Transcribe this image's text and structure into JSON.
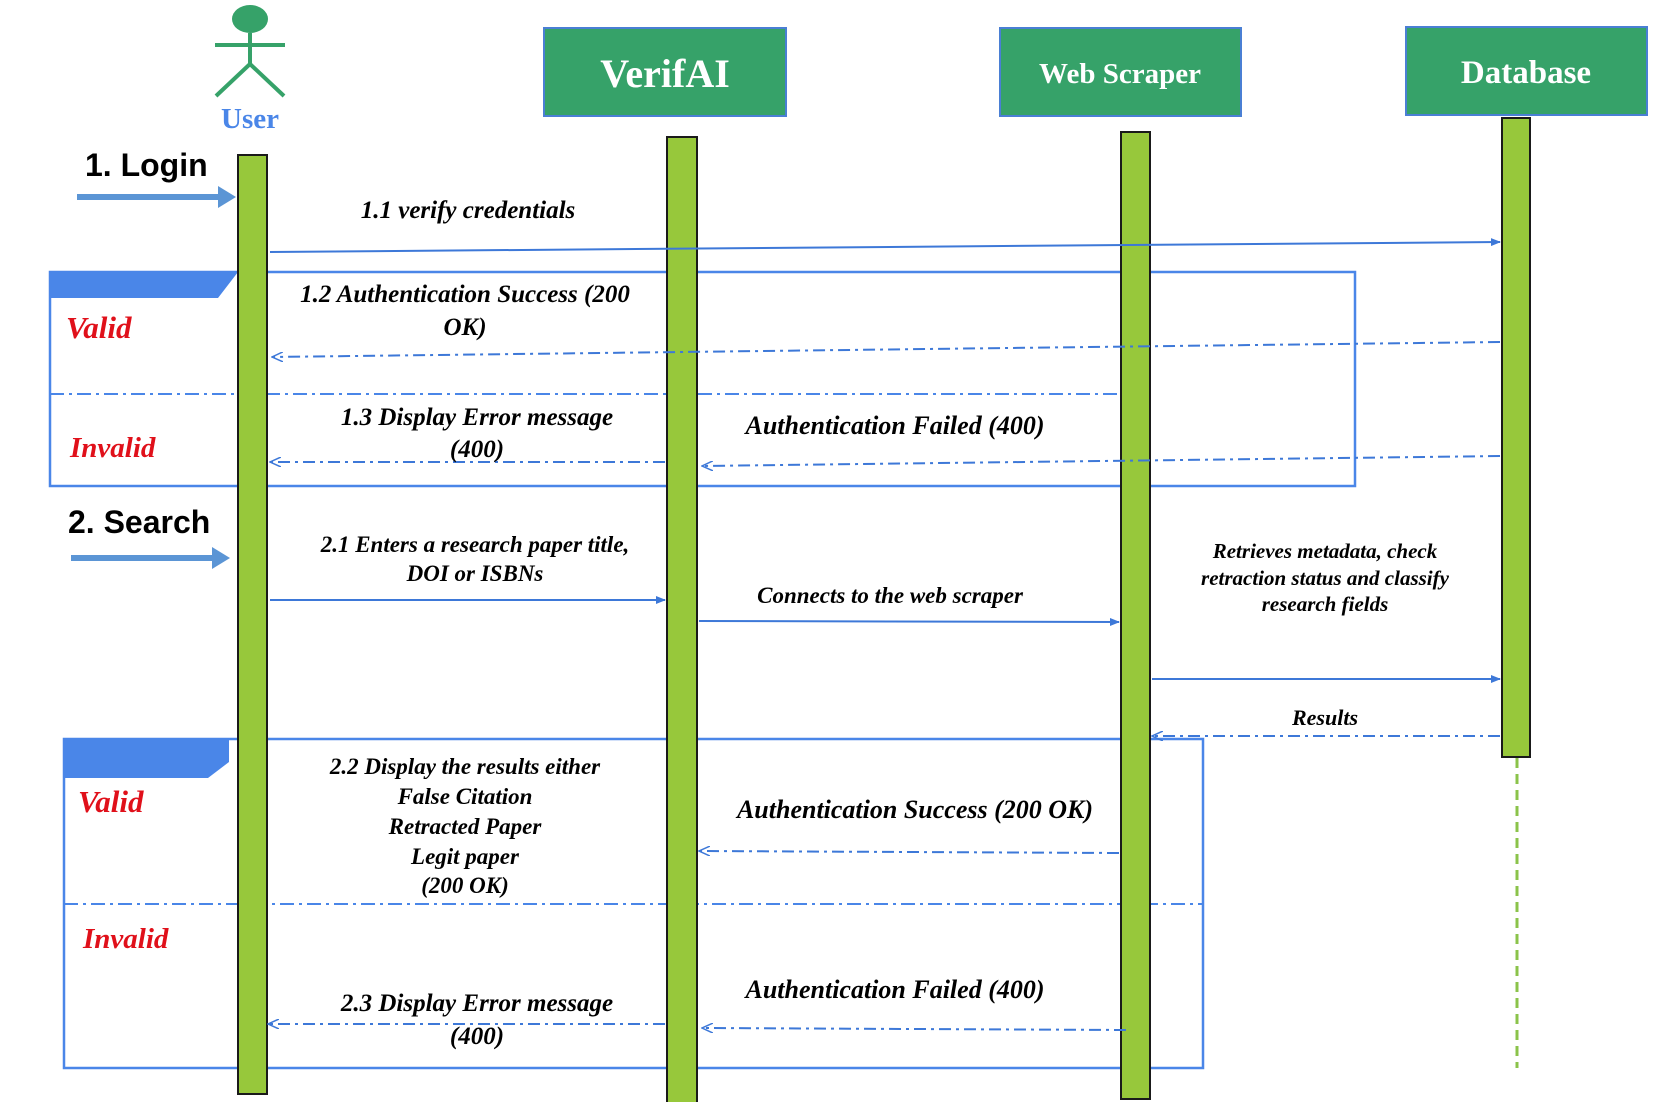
{
  "colors": {
    "header_fill": "#36a269",
    "header_border": "#4a7fd4",
    "lifeline_fill": "#97c83b",
    "lifeline_stroke": "#1a1a1a",
    "arrow_blue": "#3d78d8",
    "frame_blue": "#4a86e8",
    "step_arrow": "#5b95d5",
    "guard_red": "#e0101a",
    "actor_green": "#36a269",
    "actor_label_blue": "#4a86e8",
    "dead_lifeline": "#8bc34a"
  },
  "participants": {
    "user": {
      "label": "User",
      "icon": "stick-figure-icon"
    },
    "verifai": {
      "label": "VerifAI"
    },
    "scraper": {
      "label": "Web Scraper"
    },
    "database": {
      "label": "Database"
    }
  },
  "steps": {
    "login": "1. Login",
    "search": "2. Search"
  },
  "messages": {
    "m1_1": "1.1 verify credentials",
    "m1_2_line1": "1.2 Authentication Success (200",
    "m1_2_line2": "OK)",
    "m1_3_line1": "1.3 Display Error message",
    "m1_3_line2": "(400)",
    "auth_failed_1": "Authentication Failed (400)",
    "m2_1_line1": "2.1 Enters a research paper title,",
    "m2_1_line2": "DOI or ISBNs",
    "connects": "Connects to the web scraper",
    "retrieves_line1": "Retrieves metadata, check",
    "retrieves_line2": "retraction status and classify",
    "retrieves_line3": "research fields",
    "results": "Results",
    "m2_2_line1": "2.2 Display the results either",
    "m2_2_line2": "False Citation",
    "m2_2_line3": "Retracted Paper",
    "m2_2_line4": "Legit paper",
    "m2_2_line5": "(200 OK)",
    "auth_success_2": "Authentication Success (200 OK)",
    "m2_3_line1": "2.3 Display Error message",
    "m2_3_line2": "(400)",
    "auth_failed_2": "Authentication Failed (400)"
  },
  "guards": {
    "valid_1": "Valid",
    "invalid_1": "Invalid",
    "valid_2": "Valid",
    "invalid_2": "Invalid"
  }
}
